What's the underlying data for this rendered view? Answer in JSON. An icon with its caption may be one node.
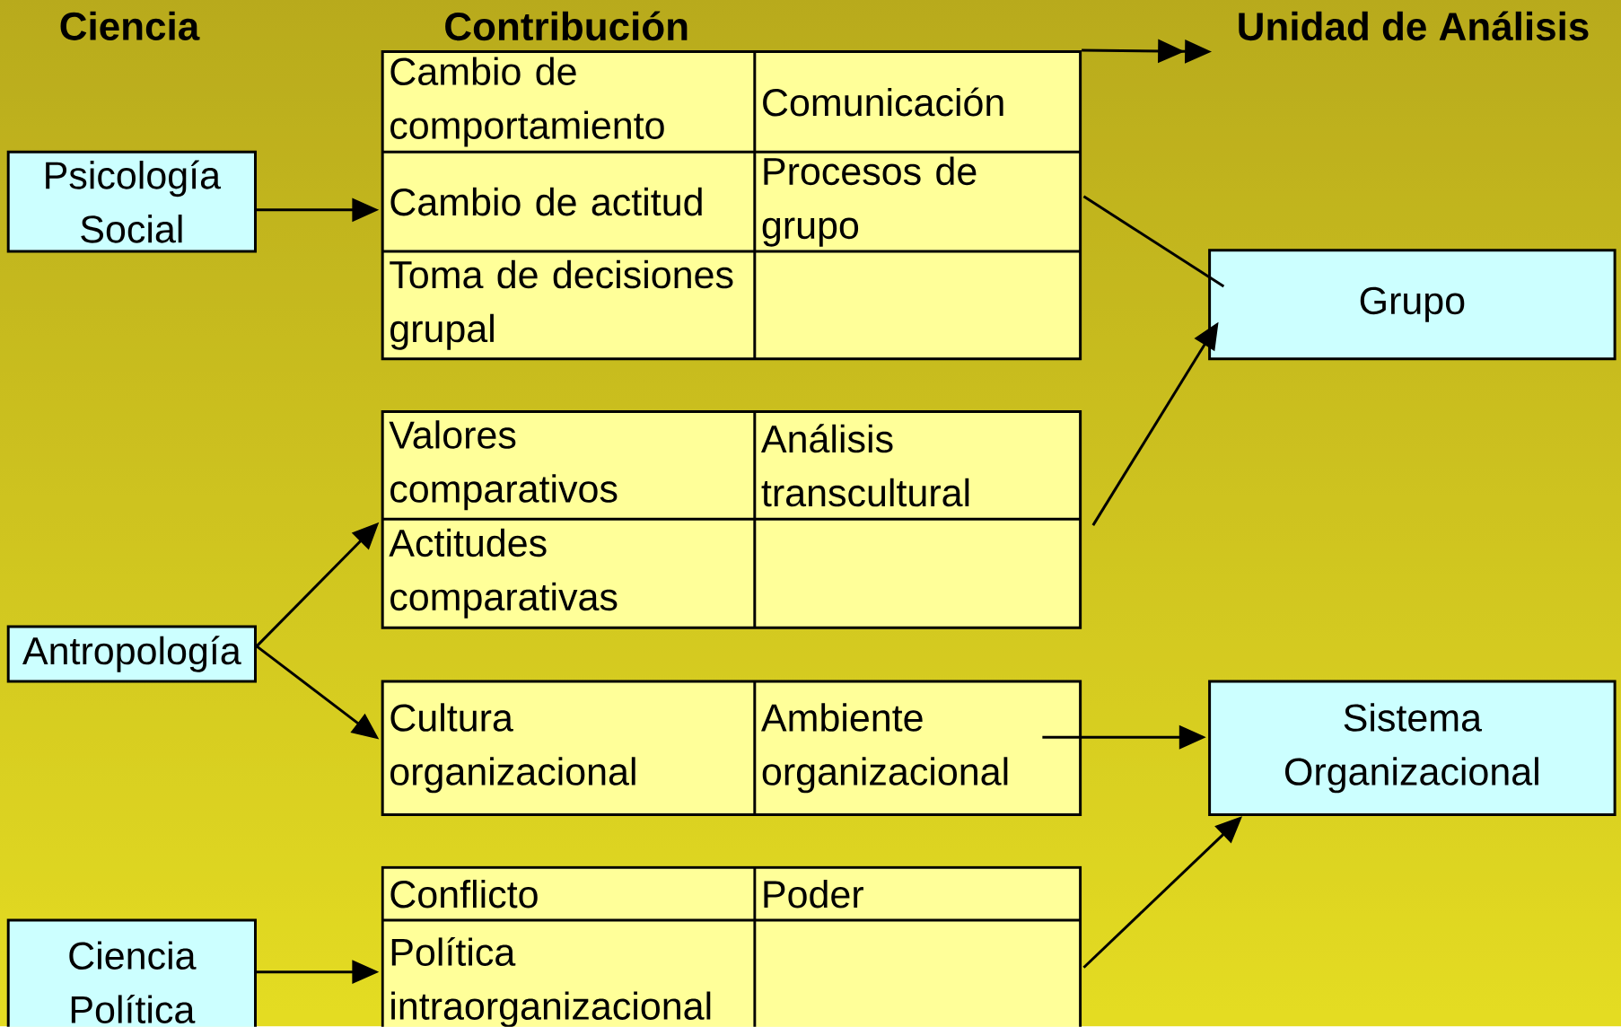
{
  "diagram": {
    "nodes": [
      {
        "text": [
          "Psicología Social"
        ]
      },
      {
        "text": [
          "Cambio de comportamiento",
          "Comunicación",
          "Cambio de actitud",
          "Procesos de grupo",
          "Toma de decisiones grupal"
        ]
      },
      {
        "text": [
          "Unidad de Análisis"
        ]
      },
      {
        "text": [
          "Grupo"
        ]
      },
      {
        "text": [
          "Antropología"
        ]
      },
      {
        "text": [
          "Valores comparativos",
          "Análisis transcultural",
          "Actitudes comparativas"
        ]
      },
      {
        "text": [
          "Cultura organizacional",
          "Ambiente organizacional"
        ]
      },
      {
        "text": [
          "Sistema Organizacional"
        ]
      },
      {
        "text": [
          "Ciencia Política"
        ]
      },
      {
        "text": [
          "Conflicto",
          "Poder",
          "Política intraorganizacional"
        ]
      }
    ],
    "edges": [
      {
        "from": 0,
        "to": 1,
        "arrow": "to"
      },
      {
        "from": 1,
        "to": 2,
        "arrow": "to"
      },
      {
        "from": 1,
        "to": 3,
        "arrow": "none"
      },
      {
        "from": 5,
        "to": 3,
        "arrow": "to"
      },
      {
        "from": 4,
        "to": 5,
        "arrow": "to"
      },
      {
        "from": 4,
        "to": 6,
        "arrow": "to"
      },
      {
        "from": 6,
        "to": 7,
        "arrow": "to"
      },
      {
        "from": 9,
        "to": 7,
        "arrow": "to"
      },
      {
        "from": 8,
        "to": 9,
        "arrow": "to"
      }
    ],
    "labels": [
      "Ciencia",
      "Contribución"
    ]
  }
}
